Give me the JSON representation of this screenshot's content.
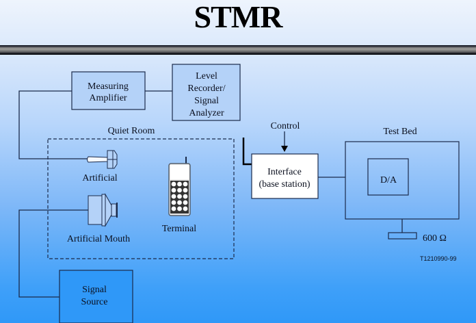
{
  "title": "STMR",
  "blocks": {
    "measuring_amplifier": [
      "Measuring",
      "Amplifier"
    ],
    "level_recorder": [
      "Level",
      "Recorder/",
      "Signal",
      "Analyzer"
    ],
    "interface": [
      "Interface",
      "(base station)"
    ],
    "signal_source": [
      "Signal",
      "Source"
    ],
    "da": "D/A"
  },
  "labels": {
    "quiet_room": "Quiet Room",
    "artificial_ear": "Artificial",
    "artificial_mouth": "Artificial Mouth",
    "terminal": "Terminal",
    "control": "Control",
    "test_bed": "Test Bed",
    "load": "600 Ω",
    "figure_id": "T1210990-99"
  },
  "colors": {
    "block_fill": "#b4d2f8",
    "interface_fill": "#ffffff",
    "line": "#1a2a4a"
  }
}
